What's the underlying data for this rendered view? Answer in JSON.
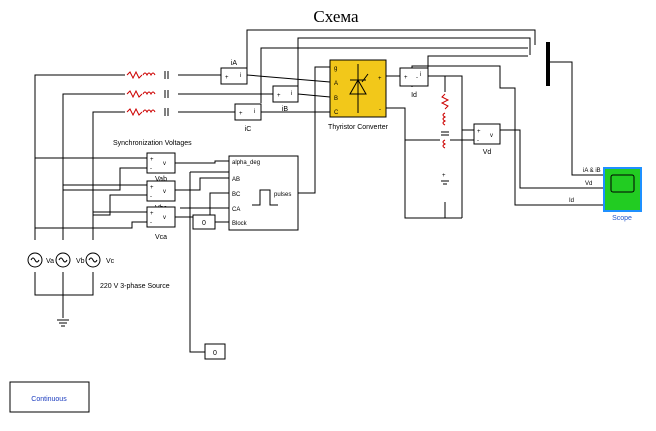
{
  "title": "Схема",
  "sync_label": "Synchronization Voltages",
  "source_label": "220 V 3-phase Source",
  "sources": {
    "a": "Va",
    "b": "Vb",
    "c": "Vc"
  },
  "current_meas": {
    "a": "iA",
    "b": "iB",
    "c": "iC"
  },
  "voltage_meas": {
    "ab": "Vab",
    "bc": "Vbc",
    "ca": "Vca"
  },
  "converter": {
    "label": "Thyristor Converter",
    "ports": {
      "g": "g",
      "a": "A",
      "b": "B",
      "c": "C",
      "plus": "+",
      "minus": "-"
    },
    "color": "#f2c81a"
  },
  "pulse_gen": {
    "inputs": [
      "alpha_deg",
      "AB",
      "BC",
      "CA",
      "Block"
    ],
    "output": "pulses"
  },
  "constants": {
    "block": "0",
    "alpha": "0"
  },
  "dc_meas": {
    "id": "Id",
    "vd": "Vd"
  },
  "scope": {
    "label": "Scope",
    "inputs": [
      "iA & iB",
      "Vd",
      "Id"
    ],
    "color": "#22cc22"
  },
  "port_signs": {
    "plus": "+",
    "minus": "-",
    "i": "i",
    "v": "v"
  },
  "solver": "Continuous"
}
